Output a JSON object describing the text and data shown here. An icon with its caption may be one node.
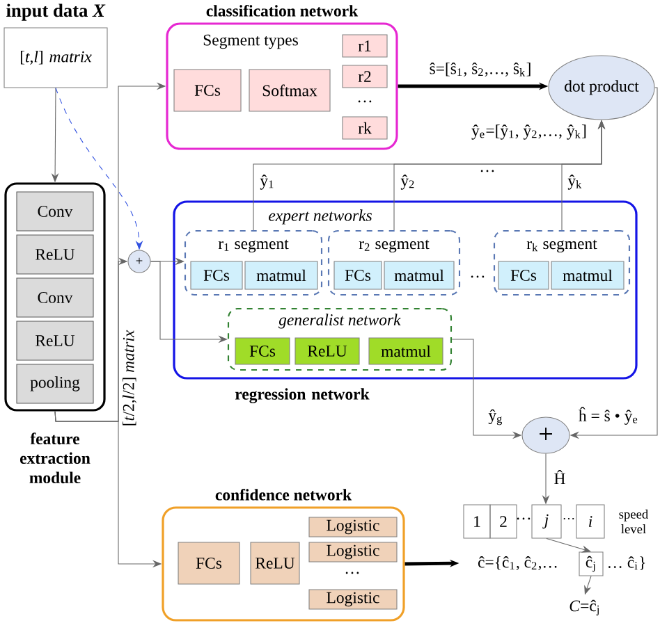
{
  "diagram": {
    "nodes": [
      {
        "text": [
          "input data *X*",
          "[*t*,*l*] *matrix*"
        ]
      },
      {
        "text": [
          "feature extraction module"
        ]
      },
      {
        "text": [
          "Conv"
        ],
        "in": 1
      },
      {
        "text": [
          "ReLU"
        ],
        "in": 1
      },
      {
        "text": [
          "Conv"
        ],
        "in": 1
      },
      {
        "text": [
          "ReLU"
        ],
        "in": 1
      },
      {
        "text": [
          "pooling"
        ],
        "in": 1
      },
      {
        "text": [
          "classification network",
          "Segment types"
        ]
      },
      {
        "text": [
          "FCs"
        ],
        "in": 7
      },
      {
        "text": [
          "Softmax"
        ],
        "in": 7
      },
      {
        "text": [
          "r1"
        ],
        "in": 7
      },
      {
        "text": [
          "r2"
        ],
        "in": 7
      },
      {
        "text": [
          "rk"
        ],
        "in": 7
      },
      {
        "text": [
          "dot product"
        ]
      },
      {
        "text": [
          "regression network"
        ]
      },
      {
        "text": [
          "r$_{1}$ segment"
        ],
        "in": 14
      },
      {
        "text": [
          "FCs"
        ],
        "in": 15
      },
      {
        "text": [
          "matmul"
        ],
        "in": 15
      },
      {
        "text": [
          "r$_{2}$ segment"
        ],
        "in": 14
      },
      {
        "text": [
          "FCs"
        ],
        "in": 18
      },
      {
        "text": [
          "matmul"
        ],
        "in": 18
      },
      {
        "text": [
          "r$_{k}$ segment"
        ],
        "in": 14
      },
      {
        "text": [
          "FCs"
        ],
        "in": 21
      },
      {
        "text": [
          "matmul"
        ],
        "in": 21
      },
      {
        "text": [
          "*generalist network*"
        ],
        "in": 14
      },
      {
        "text": [
          "FCs"
        ],
        "in": 24
      },
      {
        "text": [
          "ReLU"
        ],
        "in": 24
      },
      {
        "text": [
          "matmul"
        ],
        "in": 24
      },
      {
        "text": [
          "+"
        ]
      },
      {
        "text": [
          "+"
        ]
      },
      {
        "text": [
          "confidence network"
        ]
      },
      {
        "text": [
          "FCs"
        ],
        "in": 30
      },
      {
        "text": [
          "ReLU"
        ],
        "in": 30
      },
      {
        "text": [
          "Logistic"
        ],
        "in": 30
      },
      {
        "text": [
          "Logistic"
        ],
        "in": 30
      },
      {
        "text": [
          "Logistic"
        ],
        "in": 30
      },
      {
        "text": [
          "1"
        ]
      },
      {
        "text": [
          "2"
        ]
      },
      {
        "text": [
          "*j*"
        ]
      },
      {
        "text": [
          "*i*"
        ]
      },
      {
        "text": [
          "ĉ={ĉ$_{1}$, ĉ$_{2}$,…"
        ]
      },
      {
        "text": [
          "ĉ$_{j}$"
        ]
      },
      {
        "text": [
          "*C*=ĉ$_{j}$"
        ]
      }
    ],
    "edges": [
      {
        "from": 0,
        "to": 1,
        "arrow": "to"
      },
      {
        "from": 0,
        "to": 28,
        "arrow": "to",
        "style": "dashed",
        "color": "#3050e0"
      },
      {
        "from": 1,
        "to": 7,
        "arrow": "to"
      },
      {
        "from": 1,
        "to": 28,
        "arrow": "to"
      },
      {
        "from": 1,
        "to": 30,
        "arrow": "to"
      },
      {
        "from": 28,
        "to": 15,
        "arrow": "to"
      },
      {
        "from": 28,
        "to": 24,
        "arrow": "to"
      },
      {
        "from": 7,
        "to": 13,
        "arrow": "to",
        "label": "ŝ=[ŝ$_{1}$,  ŝ$_{2}$,…,  ŝ$_{k}$]",
        "style": "thick",
        "color": "#000000"
      },
      {
        "from": 15,
        "to": 13,
        "arrow": "to",
        "label": "ŷ$_{1}$"
      },
      {
        "from": 18,
        "to": 13,
        "arrow": "to",
        "label": "ŷ$_{2}$"
      },
      {
        "from": 21,
        "to": 13,
        "arrow": "to",
        "label": "ŷ$_{k}$"
      },
      {
        "from": 13,
        "to": 29,
        "arrow": "to",
        "label": "ĥ = ŝ • ŷ$_{e}$"
      },
      {
        "from": 24,
        "to": 29,
        "arrow": "to",
        "label": "ŷ$_{g}$"
      },
      {
        "from": 29,
        "to": 38,
        "arrow": "to",
        "label": "Ĥ"
      },
      {
        "from": 38,
        "to": 41,
        "arrow": "to"
      },
      {
        "from": 41,
        "to": 42,
        "arrow": "to"
      },
      {
        "from": 30,
        "to": 40,
        "arrow": "to",
        "style": "thick",
        "color": "#000000"
      }
    ],
    "labels": [
      "…",
      "ŷ$_{e}$=[ŷ$_{1}$,  ŷ$_{2}$,…,  ŷ$_{k}$]",
      "…",
      "*expert networks*",
      "…",
      "[*t*/2,*l*/2] *matrix*",
      "…",
      "…",
      "…",
      "speed level",
      "… ĉ$_{i}$}"
    ]
  }
}
